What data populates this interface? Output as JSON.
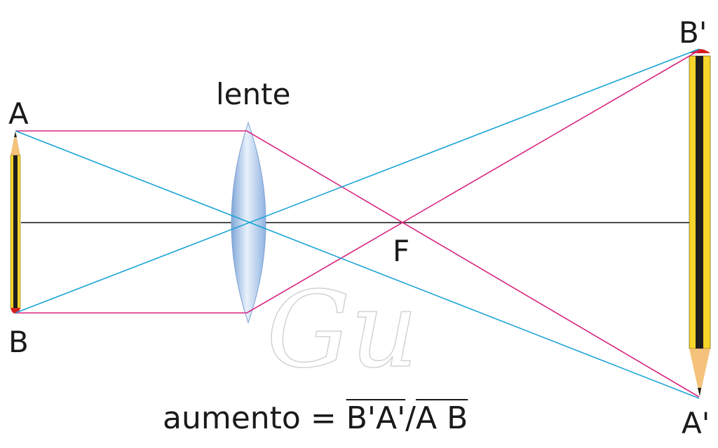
{
  "labels": {
    "object_top": "A",
    "object_bottom": "B",
    "lens": "lente",
    "focus": "F",
    "image_top": "B'",
    "image_bottom": "A'"
  },
  "formula": {
    "prefix": "aumento = ",
    "numerator": "B'A'",
    "slash": "/",
    "denominator": "A B"
  },
  "watermark": "Gu",
  "colors": {
    "parallel_ray": "#d9257f",
    "center_ray": "#1aa3d6",
    "axis": "#111111",
    "pencil_yellow": "#f7d52a",
    "pencil_black": "#1e1e1e",
    "pencil_wood": "#f4c27a",
    "eraser": "#d81e1e",
    "lens": "#a9c6ea"
  }
}
